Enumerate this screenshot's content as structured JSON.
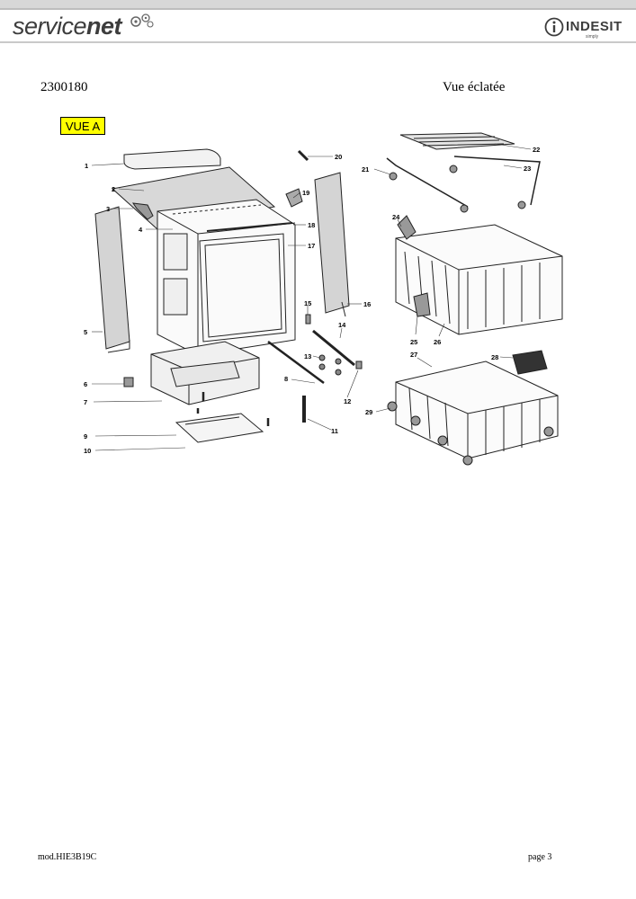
{
  "header": {
    "brand_left_1": "service",
    "brand_left_2": "net",
    "brand_right": "INDESIT",
    "brand_right_sub": "simply",
    "colors": {
      "bar": "#d7d7d7",
      "text": "#3d3d3d",
      "tag": "#ffff00"
    }
  },
  "doc": {
    "code": "2300180",
    "title": "Vue éclatée"
  },
  "view_tag": "VUE A",
  "callouts": [
    "1",
    "2",
    "3",
    "4",
    "5",
    "6",
    "7",
    "8",
    "9",
    "10",
    "11",
    "12",
    "13",
    "14",
    "15",
    "16",
    "17",
    "18",
    "19",
    "20",
    "21",
    "22",
    "23",
    "24",
    "25",
    "26",
    "27",
    "28",
    "29"
  ],
  "footer": {
    "model": "mod.HIE3B19C",
    "page": "page 3"
  }
}
